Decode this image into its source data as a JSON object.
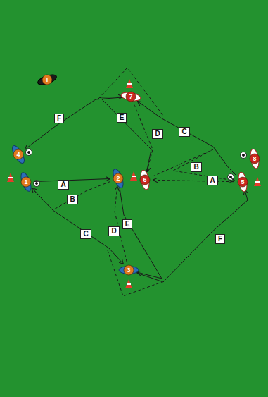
{
  "diagram": {
    "nodes": [
      {
        "text": [
          "T"
        ]
      },
      {
        "text": [
          "7"
        ]
      },
      {
        "text": [
          "4"
        ]
      },
      {
        "text": [
          "8"
        ]
      },
      {
        "text": [
          "1"
        ]
      },
      {
        "text": [
          "2"
        ]
      },
      {
        "text": [
          "6"
        ]
      },
      {
        "text": [
          "5"
        ]
      },
      {
        "text": [
          "3"
        ]
      }
    ],
    "edges": [
      {
        "from": 4,
        "to": 5,
        "label": "A",
        "arrow": "to"
      },
      {
        "from": 5,
        "to": 4,
        "label": "B",
        "arrow": "to"
      },
      {
        "from": 4,
        "to": 8,
        "label": "C",
        "arrow": "to"
      },
      {
        "from": 8,
        "to": 5,
        "label": "D",
        "arrow": "to"
      },
      {
        "from": 5,
        "to": 8,
        "label": "E",
        "arrow": "to"
      },
      {
        "from": 8,
        "to": 7,
        "label": "F",
        "arrow": "to"
      },
      {
        "from": 7,
        "to": 6,
        "label": "A",
        "arrow": "to"
      },
      {
        "from": 6,
        "to": 7,
        "label": "B",
        "arrow": "to"
      },
      {
        "from": 7,
        "to": 1,
        "label": "C",
        "arrow": "to"
      },
      {
        "from": 1,
        "to": 6,
        "label": "D",
        "arrow": "to"
      },
      {
        "from": 6,
        "to": 1,
        "label": "E",
        "arrow": "to"
      },
      {
        "from": 1,
        "to": 2,
        "label": "F",
        "arrow": "to"
      }
    ]
  }
}
